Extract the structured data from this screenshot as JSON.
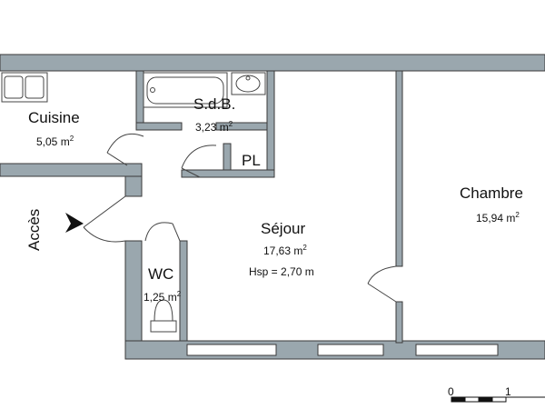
{
  "rooms": {
    "cuisine": {
      "name": "Cuisine",
      "area": "5,05 m",
      "unit_exp": "2"
    },
    "sdb": {
      "name": "S.d.B.",
      "area": "3,23 m",
      "unit_exp": "2"
    },
    "pl": {
      "name": "PL"
    },
    "sejour": {
      "name": "Séjour",
      "area": "17,63 m",
      "unit_exp": "2",
      "hsp": "Hsp = 2,70 m"
    },
    "chambre": {
      "name": "Chambre",
      "area": "15,94 m",
      "unit_exp": "2"
    },
    "wc": {
      "name": "WC",
      "area": "1,25 m",
      "unit_exp": "2"
    }
  },
  "entrance": {
    "label": "Accès"
  },
  "scale": {
    "start": "0",
    "end": "1"
  },
  "colors": {
    "wall_fill": "#9aa7ae",
    "wall_stroke": "#3a3a3a",
    "window_fill": "#ffffff"
  }
}
